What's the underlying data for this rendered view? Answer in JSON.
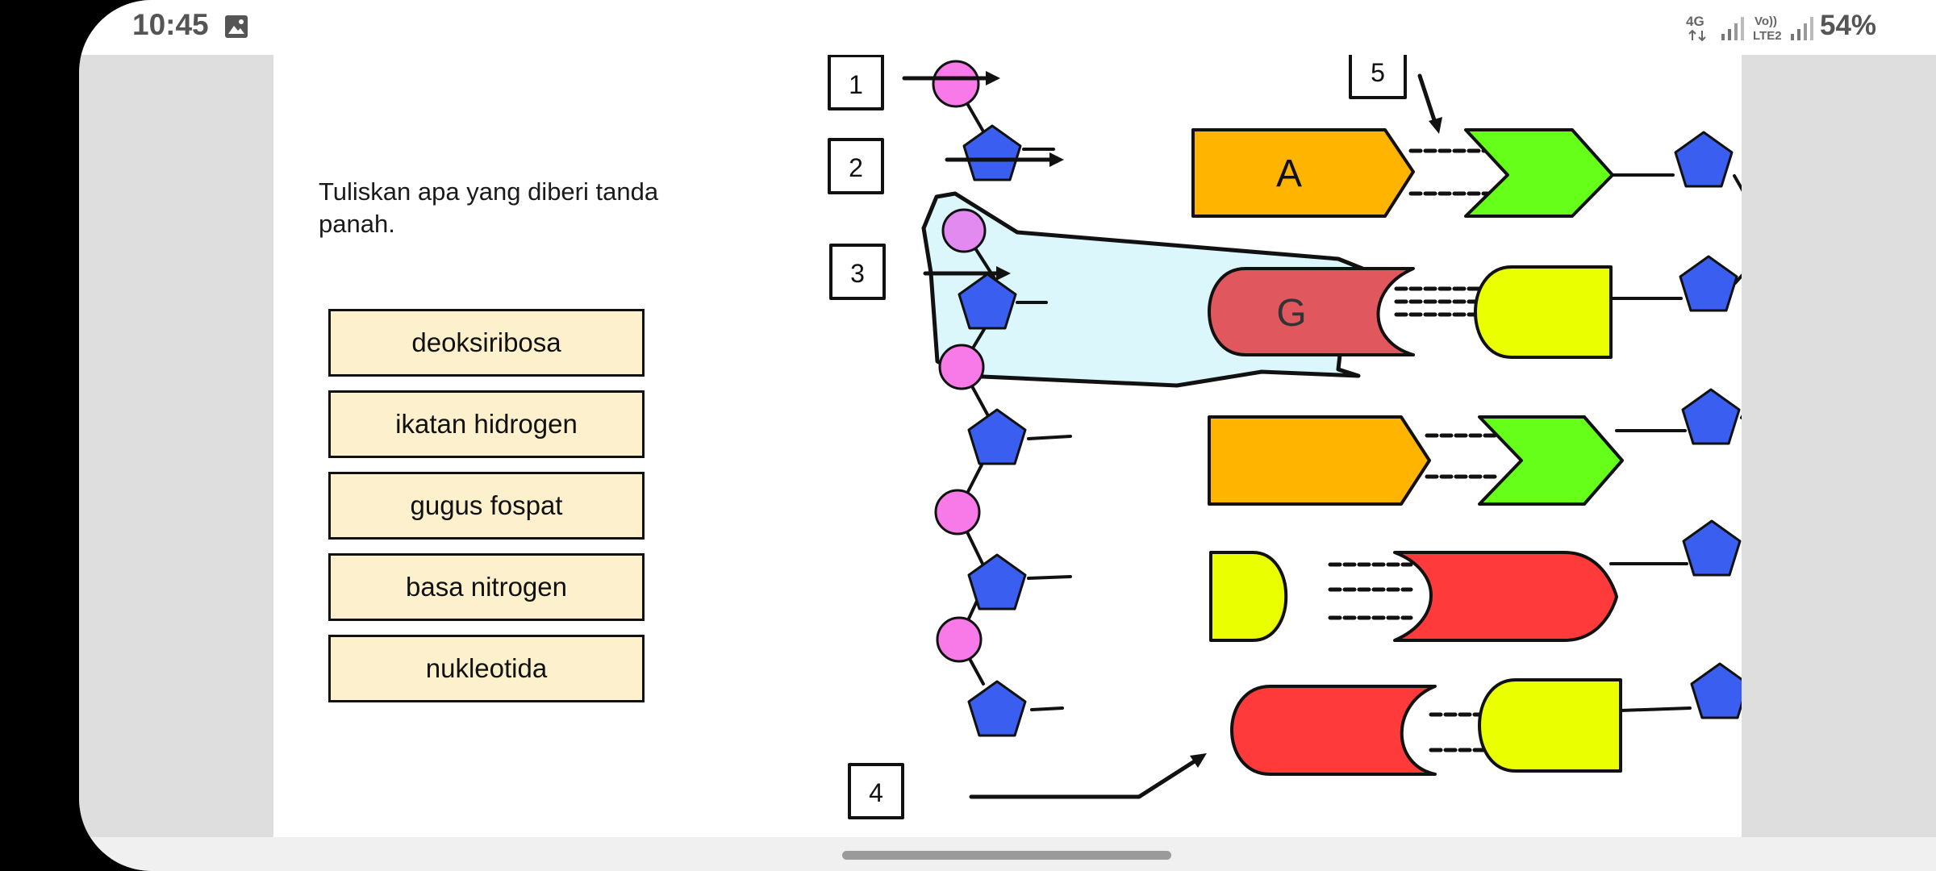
{
  "status_bar": {
    "time": "10:45",
    "network_type": "4G",
    "volte_label_top": "Vo))",
    "volte_label_bottom": "LTE2",
    "battery": "54%"
  },
  "question": {
    "instruction": "Tuliskan apa yang diberi tanda panah.",
    "options": [
      {
        "label": "deoksiribosa"
      },
      {
        "label": "ikatan hidrogen"
      },
      {
        "label": "gugus fospat"
      },
      {
        "label": "basa nitrogen"
      },
      {
        "label": "nukleotida"
      }
    ]
  },
  "diagram": {
    "markers": [
      "1",
      "2",
      "3",
      "4",
      "5"
    ],
    "base_labels": [
      "A",
      "G"
    ],
    "colors": {
      "phosphate": "#f77ae8",
      "sugar": "#3a5ef0",
      "adenine": "#ffb400",
      "thymine": "#66ff1a",
      "guanine_highlight": "#e0585e",
      "guanine": "#ff3a3a",
      "cytosine": "#eaff00",
      "highlight_fill": "#dcf7fb"
    }
  }
}
